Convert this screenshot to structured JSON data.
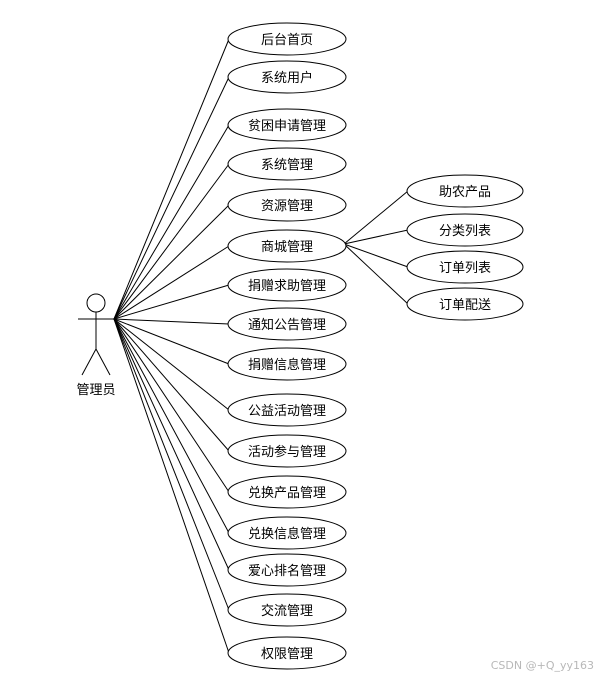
{
  "actor": {
    "label": "管理员"
  },
  "use_cases": [
    {
      "id": "uc1",
      "label": "后台首页"
    },
    {
      "id": "uc2",
      "label": "系统用户"
    },
    {
      "id": "uc3",
      "label": "贫困申请管理"
    },
    {
      "id": "uc4",
      "label": "系统管理"
    },
    {
      "id": "uc5",
      "label": "资源管理"
    },
    {
      "id": "uc6",
      "label": "商城管理"
    },
    {
      "id": "uc7",
      "label": "捐赠求助管理"
    },
    {
      "id": "uc8",
      "label": "通知公告管理"
    },
    {
      "id": "uc9",
      "label": "捐赠信息管理"
    },
    {
      "id": "uc10",
      "label": "公益活动管理"
    },
    {
      "id": "uc11",
      "label": "活动参与管理"
    },
    {
      "id": "uc12",
      "label": "兑换产品管理"
    },
    {
      "id": "uc13",
      "label": "兑换信息管理"
    },
    {
      "id": "uc14",
      "label": "爱心排名管理"
    },
    {
      "id": "uc15",
      "label": "交流管理"
    },
    {
      "id": "uc16",
      "label": "权限管理"
    }
  ],
  "sub_use_cases": [
    {
      "id": "s1",
      "parent": "uc6",
      "label": "助农产品"
    },
    {
      "id": "s2",
      "parent": "uc6",
      "label": "分类列表"
    },
    {
      "id": "s3",
      "parent": "uc6",
      "label": "订单列表"
    },
    {
      "id": "s4",
      "parent": "uc6",
      "label": "订单配送"
    }
  ],
  "watermark": "CSDN @+Q_yy163"
}
